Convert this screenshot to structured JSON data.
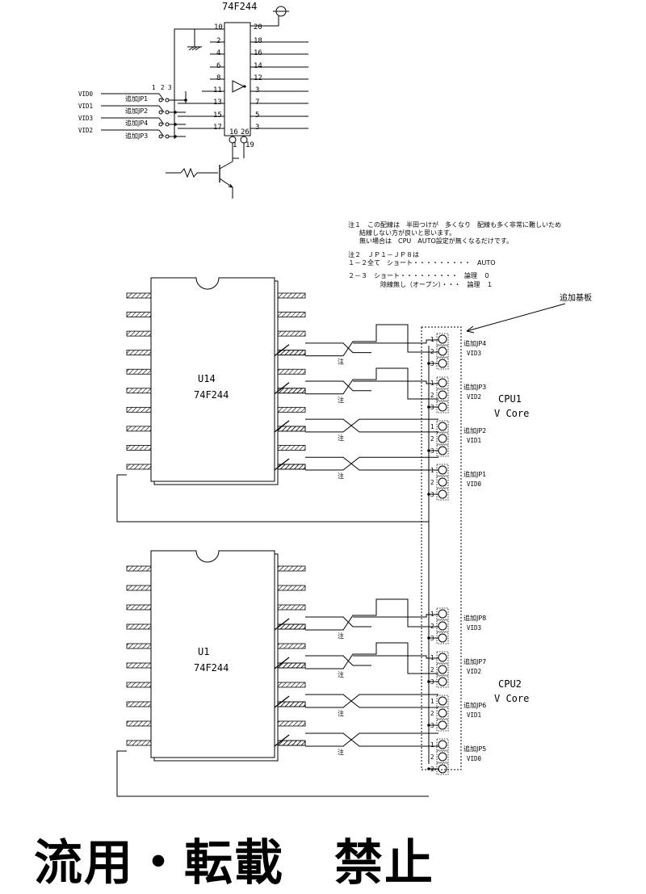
{
  "top": {
    "chip_label": "74F244",
    "left_pins": [
      "10",
      "2",
      "4",
      "6",
      "8",
      "11",
      "13",
      "15",
      "17"
    ],
    "right_pins": [
      "20",
      "18",
      "16",
      "14",
      "12",
      "3",
      "7",
      "5",
      "3"
    ],
    "bottom_pins": [
      "16",
      "26"
    ],
    "bottom_pins2": [
      "1",
      "19"
    ],
    "jp_header": [
      "1",
      "2",
      "3"
    ],
    "vid_labels": [
      "VID0",
      "VID1",
      "VID3",
      "VID2"
    ],
    "jp_labels": [
      "追加JP1",
      "追加JP2",
      "追加JP4",
      "追加JP3"
    ]
  },
  "notes": {
    "line1": "注１　この配線は　半田つけが　多くなり　配線も多く非常に難しいため",
    "line2": "結線しない方が良いと思います。",
    "line3": "無い場合は　CPU　AUTO設定が無くなるだけです。",
    "line4": "注２　ＪＰ１－ＪＰ８は",
    "line5": "１－２全て　ショート・・・・・・・・・　AUTO",
    "line6": "２－３　ショート・・・・・・・・・　論理　０",
    "line7": "除線無し（オープン）・・・　論理　１"
  },
  "board_label": "追加基板",
  "note_mark": "注",
  "pin_numbers": [
    "1",
    "2",
    "3"
  ],
  "groups": [
    {
      "chip_name": "U14",
      "chip_type": "74F244",
      "cpu_label": "CPU1",
      "core_label": "V Core",
      "jumpers": [
        {
          "name": "追加JP4",
          "vid": "VID3"
        },
        {
          "name": "追加JP3",
          "vid": "VID2"
        },
        {
          "name": "追加JP2",
          "vid": "VID1"
        },
        {
          "name": "追加JP1",
          "vid": "VID0"
        }
      ]
    },
    {
      "chip_name": "U1",
      "chip_type": "74F244",
      "cpu_label": "CPU2",
      "core_label": "V Core",
      "jumpers": [
        {
          "name": "追加JP8",
          "vid": "VID3"
        },
        {
          "name": "追加JP7",
          "vid": "VID2"
        },
        {
          "name": "追加JP6",
          "vid": "VID1"
        },
        {
          "name": "追加JP5",
          "vid": "VID0"
        }
      ]
    }
  ],
  "banner": "流用・転載　禁止"
}
